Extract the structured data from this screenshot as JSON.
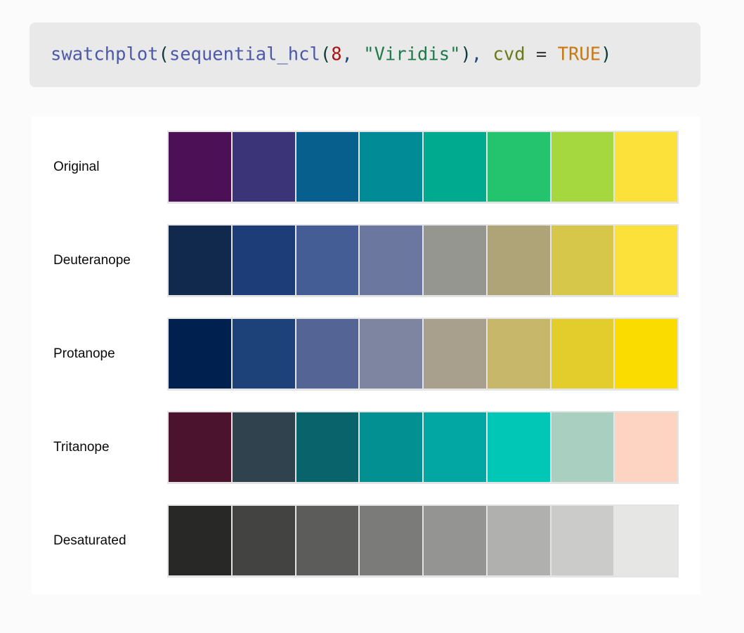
{
  "code": {
    "full_text": "swatchplot(sequential_hcl(8, \"Viridis\"), cvd = TRUE)",
    "tokens": [
      {
        "t": "swatchplot",
        "cls": "tok-fn"
      },
      {
        "t": "(",
        "cls": "tok-paren"
      },
      {
        "t": "sequential_hcl",
        "cls": "tok-fn"
      },
      {
        "t": "(",
        "cls": "tok-paren"
      },
      {
        "t": "8",
        "cls": "tok-num"
      },
      {
        "t": ",",
        "cls": "tok-punct"
      },
      {
        "t": " ",
        "cls": "tok-op"
      },
      {
        "t": "\"Viridis\"",
        "cls": "tok-str"
      },
      {
        "t": ")",
        "cls": "tok-paren"
      },
      {
        "t": ",",
        "cls": "tok-punct"
      },
      {
        "t": " ",
        "cls": "tok-op"
      },
      {
        "t": "cvd",
        "cls": "tok-arg"
      },
      {
        "t": " = ",
        "cls": "tok-op"
      },
      {
        "t": "TRUE",
        "cls": "tok-const"
      },
      {
        "t": ")",
        "cls": "tok-paren"
      }
    ]
  },
  "plot": {
    "n_colors": 8,
    "palette_name": "Viridis",
    "rows": [
      {
        "label": "Original",
        "colors": [
          "#4B1055",
          "#3B3478",
          "#065F8D",
          "#008B96",
          "#00AA8E",
          "#24C46E",
          "#A5D83E",
          "#FBE13A"
        ]
      },
      {
        "label": "Deuteranope",
        "colors": [
          "#12294E",
          "#1C3D78",
          "#445D94",
          "#6C77A0",
          "#94968F",
          "#AFA477",
          "#D6C64A",
          "#FBE13A"
        ]
      },
      {
        "label": "Protanope",
        "colors": [
          "#00214F",
          "#1C4279",
          "#546494",
          "#7E85A0",
          "#A89F8D",
          "#C7B76B",
          "#E2CD2C",
          "#FADC00"
        ]
      },
      {
        "label": "Tritanope",
        "colors": [
          "#4C132E",
          "#2F424E",
          "#09636A",
          "#029092",
          "#02A6A2",
          "#00C7B6",
          "#A8CFBF",
          "#FDD3C1"
        ]
      },
      {
        "label": "Desaturated",
        "colors": [
          "#282826",
          "#434341",
          "#5C5C5A",
          "#7B7B79",
          "#949492",
          "#B0B0AE",
          "#CBCBC9",
          "#E6E6E4"
        ]
      }
    ]
  },
  "theme": {
    "page_background": "#fbfbfc",
    "code_background": "#e9e9e9",
    "panel_background": "#ffffff",
    "strip_border": "#e4e4e4"
  }
}
